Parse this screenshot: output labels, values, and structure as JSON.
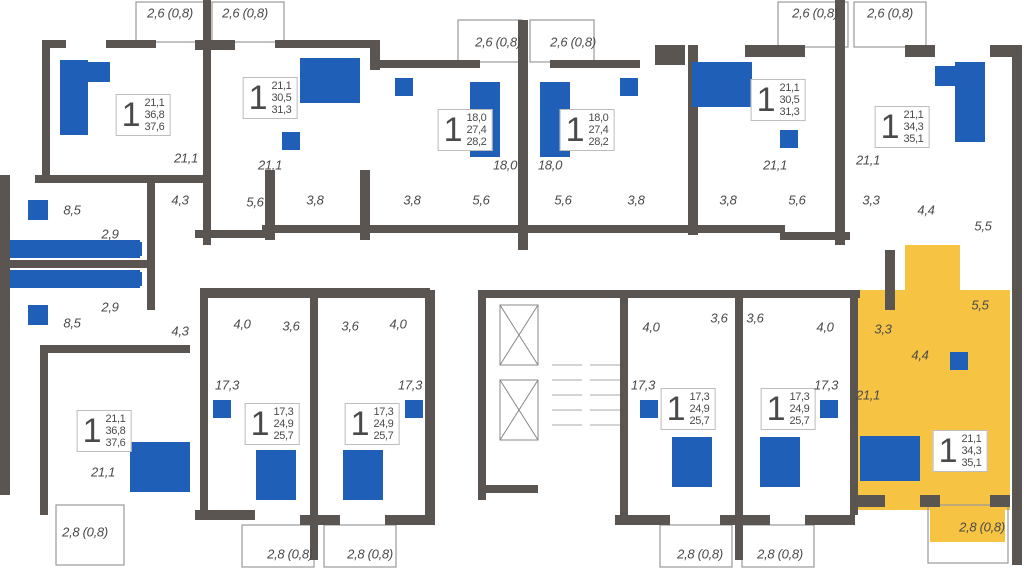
{
  "title": "Floor plan",
  "colors": {
    "wall": "#5b5551",
    "furniture": "#1f5fb8",
    "highlight": "#f6c343",
    "floor": "#ffffff"
  },
  "apartments": [
    {
      "id": "A1",
      "rooms": "1",
      "living": "21,1",
      "total": "36,8",
      "total_with_balcony": "37,6",
      "room_areas": [
        "21,1",
        "4,3",
        "8,5",
        "2,9"
      ],
      "balcony": "2,6 (0,8)",
      "highlighted": false
    },
    {
      "id": "A2",
      "rooms": "1",
      "living": "21,1",
      "total": "30,5",
      "total_with_balcony": "31,3",
      "room_areas": [
        "21,1",
        "5,6",
        "3,8"
      ],
      "balcony": "2,6 (0,8)",
      "highlighted": false
    },
    {
      "id": "A3",
      "rooms": "1",
      "living": "18,0",
      "total": "27,4",
      "total_with_balcony": "28,2",
      "room_areas": [
        "18,0",
        "5,6",
        "3,8"
      ],
      "balcony": "2,6 (0,8)",
      "highlighted": false
    },
    {
      "id": "A4",
      "rooms": "1",
      "living": "18,0",
      "total": "27,4",
      "total_with_balcony": "28,2",
      "room_areas": [
        "18,0",
        "5,6",
        "3,8"
      ],
      "balcony": "2,6 (0,8)",
      "highlighted": false
    },
    {
      "id": "A5",
      "rooms": "1",
      "living": "21,1",
      "total": "30,5",
      "total_with_balcony": "31,3",
      "room_areas": [
        "21,1",
        "5,6",
        "3,8"
      ],
      "balcony": "2,6 (0,8)",
      "highlighted": false
    },
    {
      "id": "A6",
      "rooms": "1",
      "living": "21,1",
      "total": "34,3",
      "total_with_balcony": "35,1",
      "room_areas": [
        "21,1",
        "3,3",
        "4,4",
        "5,5"
      ],
      "balcony": "2,6 (0,8)",
      "highlighted": false
    },
    {
      "id": "B1",
      "rooms": "1",
      "living": "21,1",
      "total": "36,8",
      "total_with_balcony": "37,6",
      "room_areas": [
        "21,1",
        "8,5",
        "2,9",
        "4,3"
      ],
      "balcony": "2,8 (0,8)",
      "highlighted": false
    },
    {
      "id": "B2",
      "rooms": "1",
      "living": "17,3",
      "total": "24,9",
      "total_with_balcony": "25,7",
      "room_areas": [
        "17,3",
        "4,0",
        "3,6"
      ],
      "balcony": "2,8 (0,8)",
      "highlighted": false
    },
    {
      "id": "B3",
      "rooms": "1",
      "living": "17,3",
      "total": "24,9",
      "total_with_balcony": "25,7",
      "room_areas": [
        "17,3",
        "4,0",
        "3,6"
      ],
      "balcony": "2,8 (0,8)",
      "highlighted": false
    },
    {
      "id": "B4",
      "rooms": "1",
      "living": "17,3",
      "total": "24,9",
      "total_with_balcony": "25,7",
      "room_areas": [
        "17,3",
        "4,0",
        "3,6"
      ],
      "balcony": "2,8 (0,8)",
      "highlighted": false
    },
    {
      "id": "B5",
      "rooms": "1",
      "living": "17,3",
      "total": "24,9",
      "total_with_balcony": "25,7",
      "room_areas": [
        "17,3",
        "4,0",
        "3,6"
      ],
      "balcony": "2,8 (0,8)",
      "highlighted": false
    },
    {
      "id": "B6",
      "rooms": "1",
      "living": "21,1",
      "total": "34,3",
      "total_with_balcony": "35,1",
      "room_areas": [
        "21,1",
        "3,3",
        "4,4",
        "5,5"
      ],
      "balcony": "2,8 (0,8)",
      "highlighted": true
    }
  ]
}
